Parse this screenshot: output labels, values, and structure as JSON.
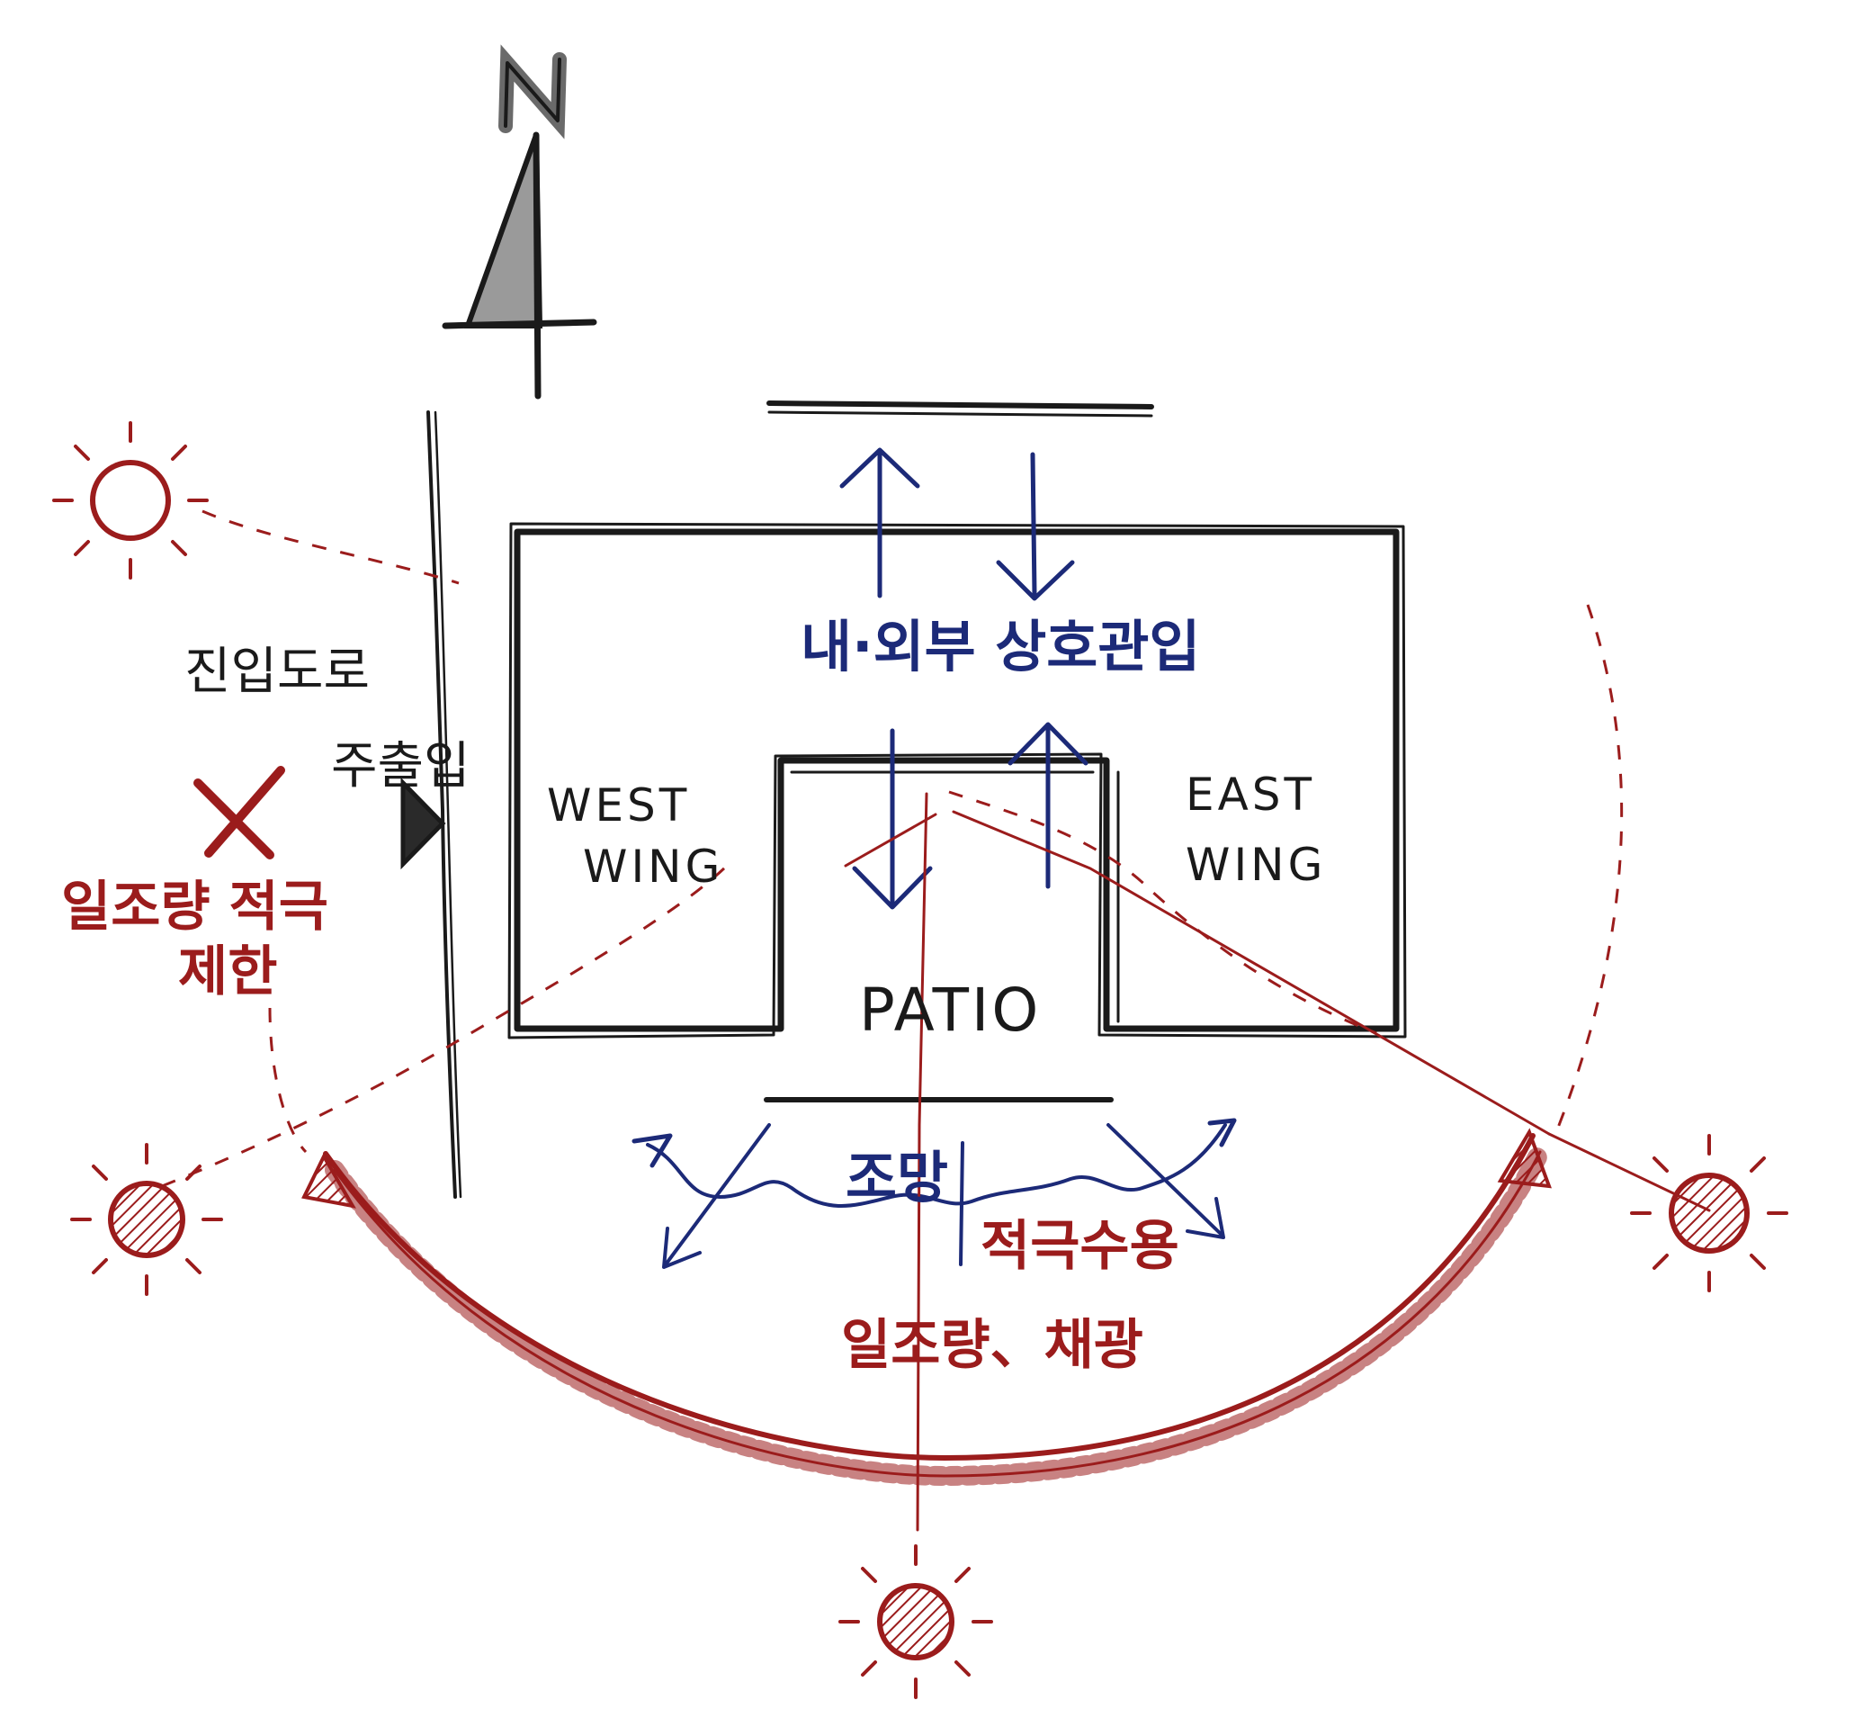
{
  "compass": {
    "letter": "N"
  },
  "labels": {
    "access_road": "진입도로",
    "main_entrance": "주출입",
    "sunlight_limit_line1": "일조량 적극",
    "sunlight_limit_line2": "제한",
    "interaction": "내·외부 상호관입",
    "west_wing_line1": "WEST",
    "west_wing_line2": "WING",
    "east_wing_line1": "EAST",
    "east_wing_line2": "WING",
    "patio": "PATIO",
    "view": "조망",
    "active_acceptance": "적극수용",
    "sunlight_daylight": "일조량、채광"
  },
  "colors": {
    "ink_black": "#1a1a1a",
    "ink_navy": "#1c2a78",
    "ink_red": "#9b1c1c",
    "paper": "#ffffff"
  }
}
